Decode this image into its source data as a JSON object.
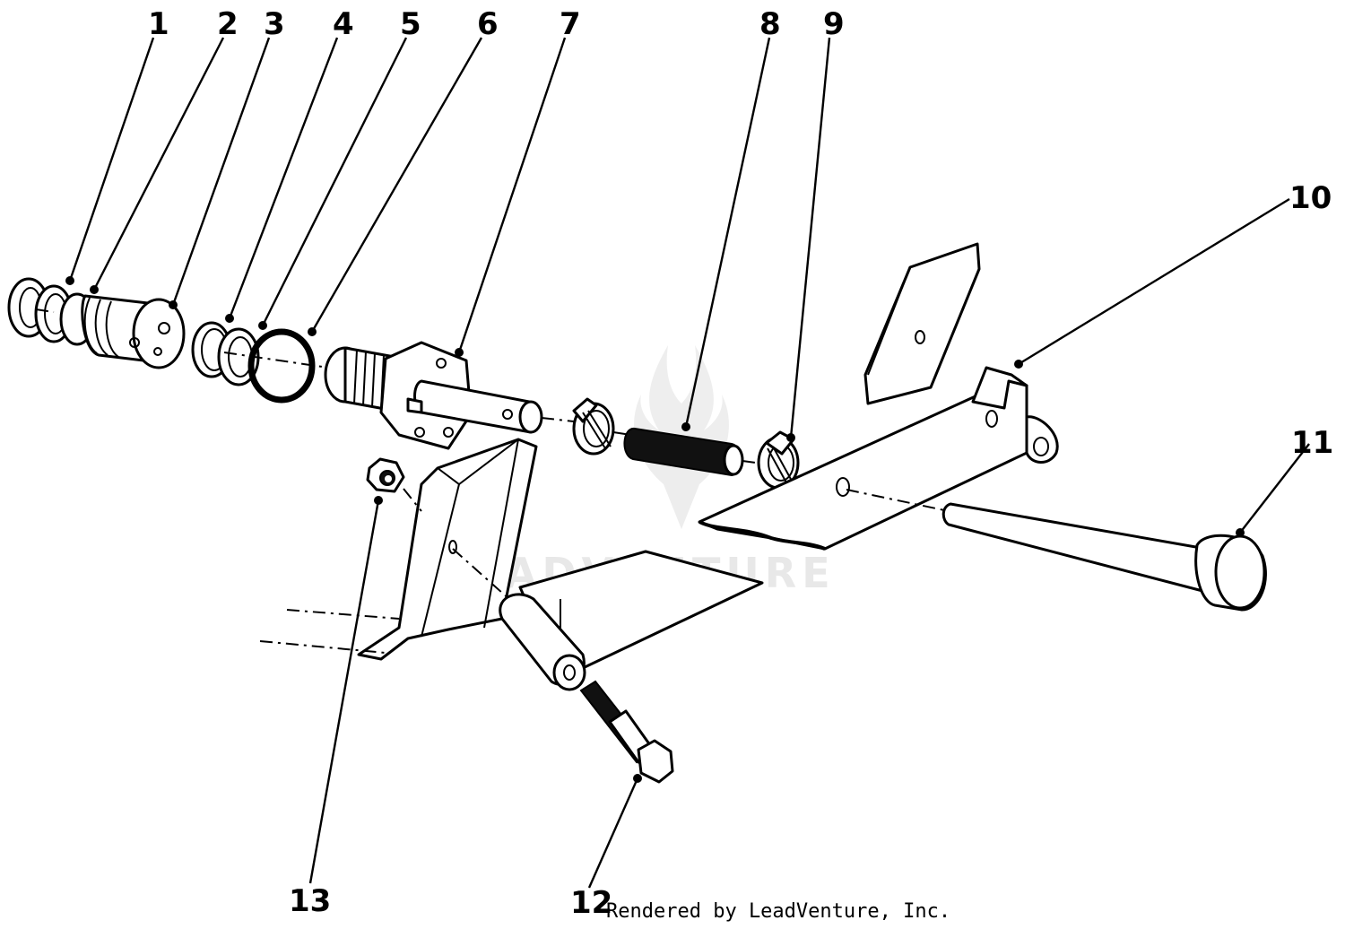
{
  "diagram": {
    "callouts": [
      "1",
      "2",
      "3",
      "4",
      "5",
      "6",
      "7",
      "8",
      "9",
      "10",
      "11",
      "12",
      "13"
    ],
    "watermark": "LEADVENTURE",
    "credit": "Rendered by LeadVenture, Inc."
  }
}
